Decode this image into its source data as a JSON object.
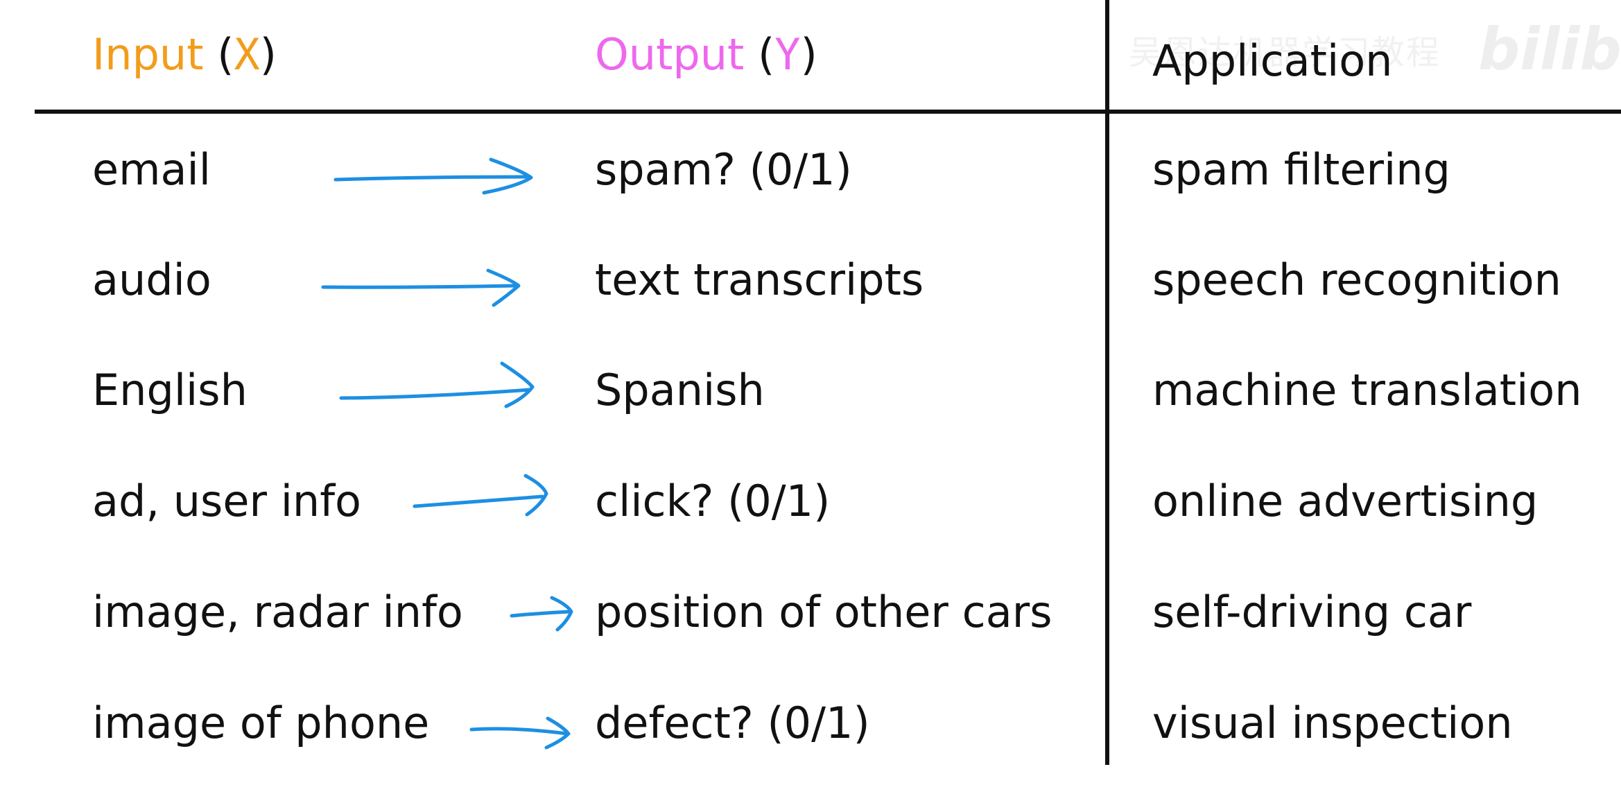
{
  "header": {
    "input_label": "Input",
    "input_var": "X",
    "output_label": "Output",
    "output_var": "Y",
    "application_label": "Application"
  },
  "rows": [
    {
      "input": "email",
      "output": "spam? (0/1)",
      "application": "spam filtering"
    },
    {
      "input": "audio",
      "output": "text transcripts",
      "application": "speech recognition"
    },
    {
      "input": "English",
      "output": "Spanish",
      "application": "machine translation"
    },
    {
      "input": "ad, user info",
      "output": "click? (0/1)",
      "application": "online advertising"
    },
    {
      "input": "image, radar info",
      "output": "position of other cars",
      "application": "self-driving car"
    },
    {
      "input": "image of phone",
      "output": "defect? (0/1)",
      "application": "visual inspection"
    }
  ],
  "watermark": {
    "text": "吴恩达机器学习教程",
    "logo": "bilibili"
  },
  "colors": {
    "input_accent": "#f39c1c",
    "output_accent": "#ee68ee",
    "arrow": "#1d8fe3",
    "text": "#111111"
  }
}
